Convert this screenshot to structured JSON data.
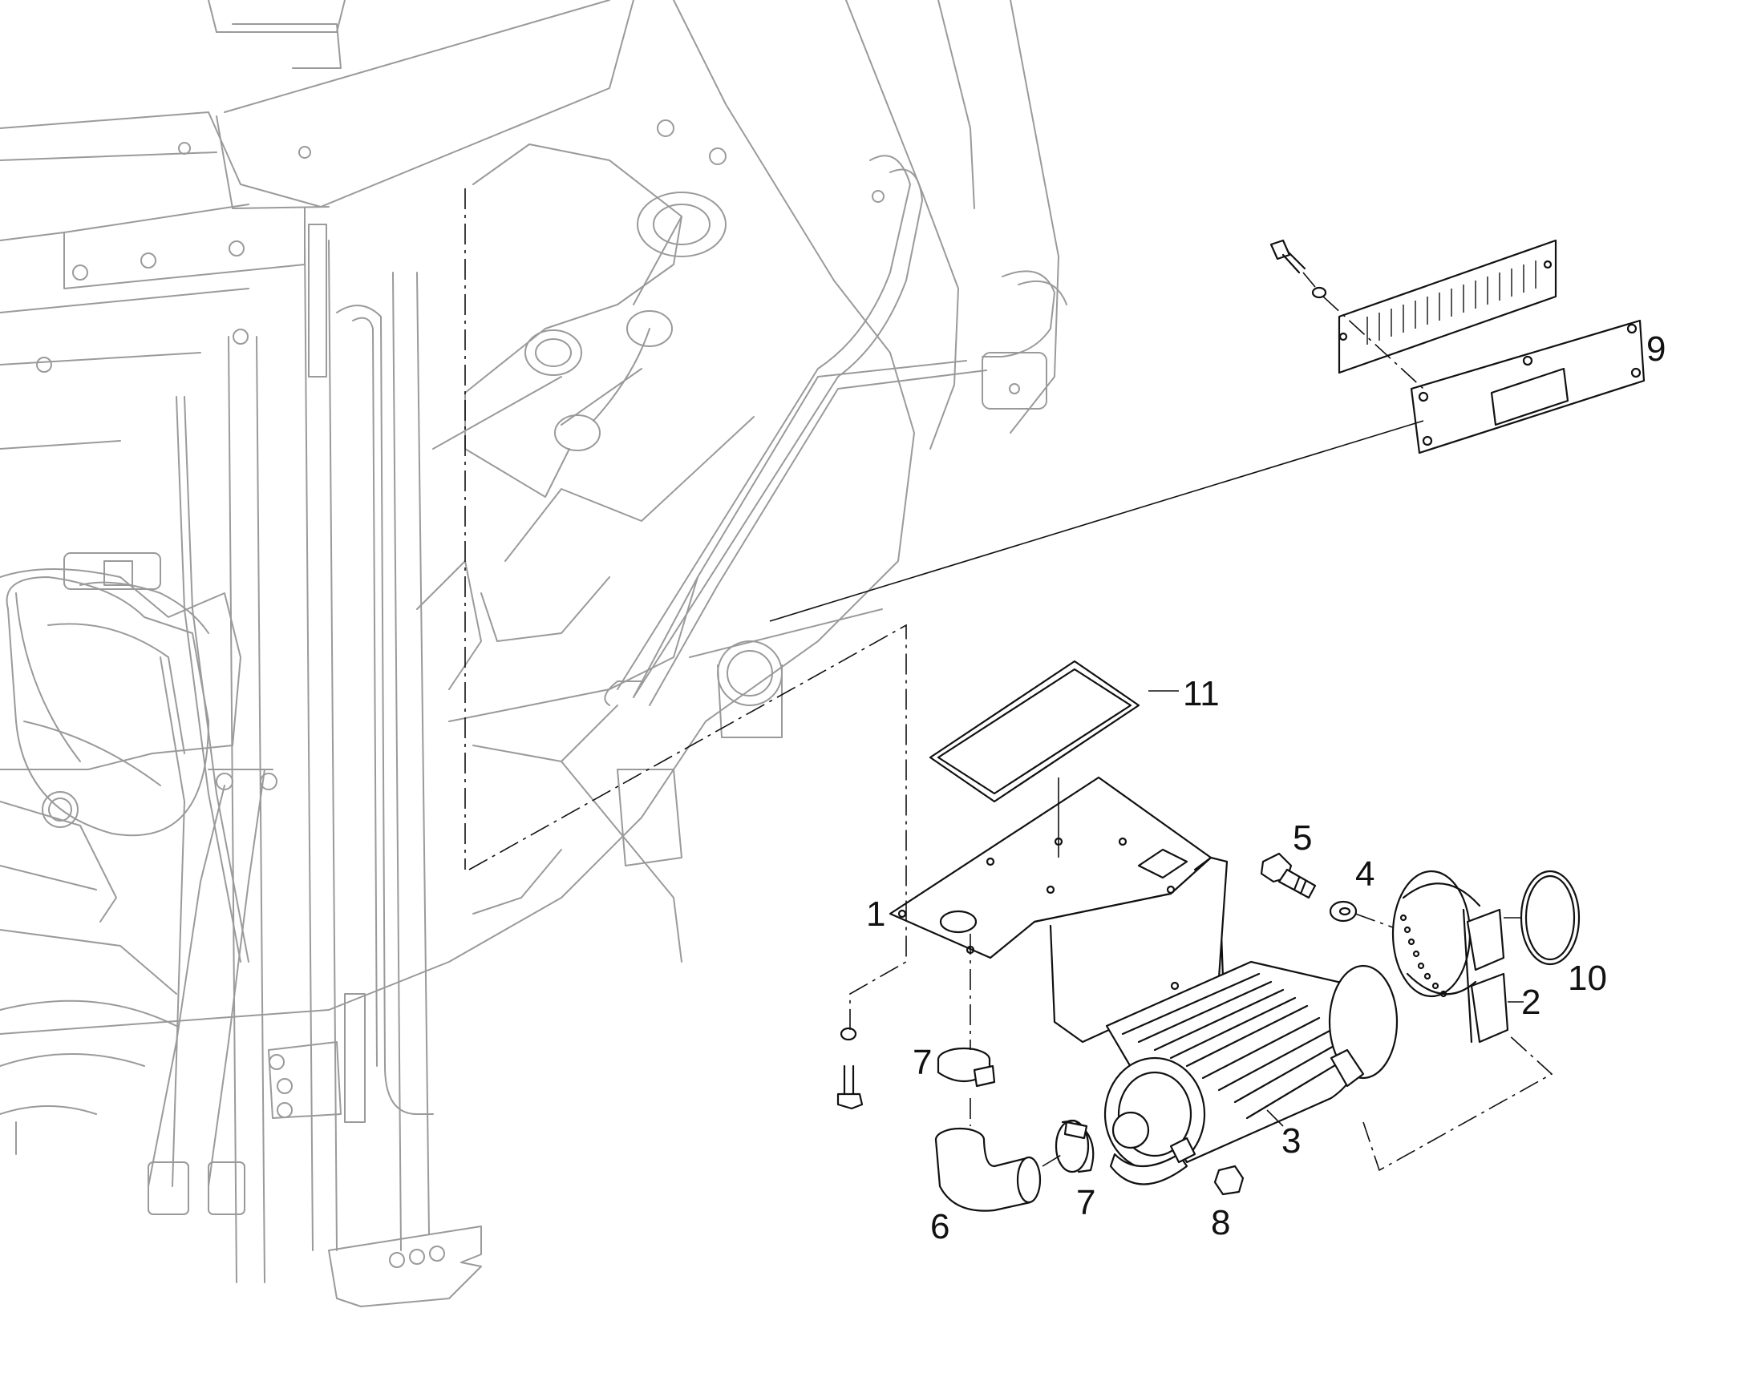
{
  "diagram": {
    "callouts": [
      {
        "id": "callout-1",
        "label": "1"
      },
      {
        "id": "callout-2",
        "label": "2"
      },
      {
        "id": "callout-3",
        "label": "3"
      },
      {
        "id": "callout-4",
        "label": "4"
      },
      {
        "id": "callout-5",
        "label": "5"
      },
      {
        "id": "callout-6",
        "label": "6"
      },
      {
        "id": "callout-7a",
        "label": "7"
      },
      {
        "id": "callout-7b",
        "label": "7"
      },
      {
        "id": "callout-8",
        "label": "8"
      },
      {
        "id": "callout-9",
        "label": "9"
      },
      {
        "id": "callout-10",
        "label": "10"
      },
      {
        "id": "callout-11",
        "label": "11"
      }
    ]
  }
}
